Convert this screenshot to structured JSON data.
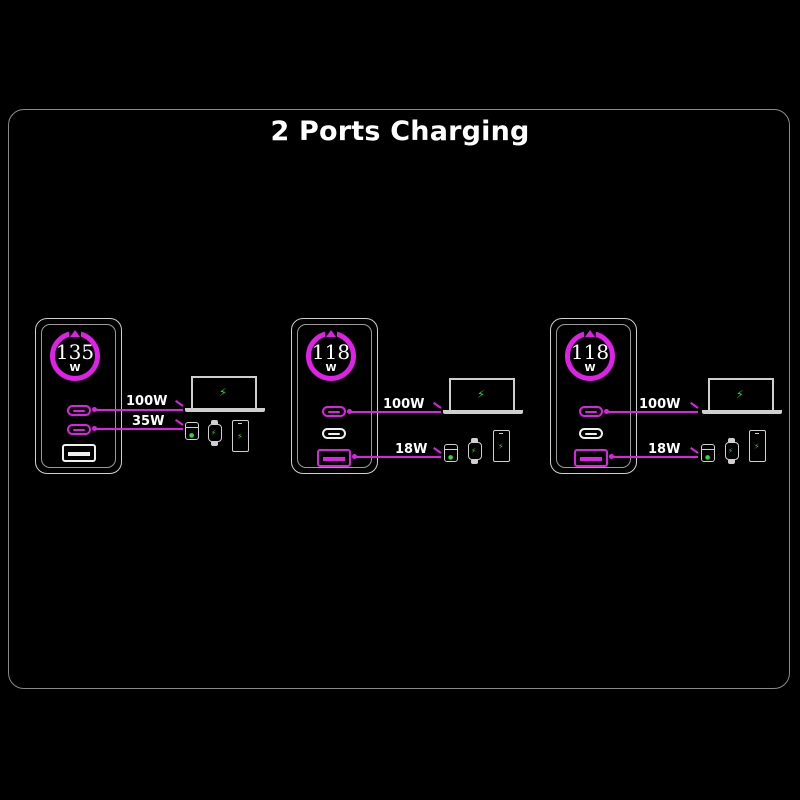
{
  "title": "2 Ports Charging",
  "colors": {
    "accent": "#e020e8",
    "bolt": "#29e02a",
    "outline": "#cfcfcf",
    "background": "#000000"
  },
  "scenes": [
    {
      "total_watts": "135",
      "unit": "W",
      "ports": {
        "c1": "active",
        "c2": "active",
        "a": "inactive"
      },
      "outputs": [
        {
          "label": "100W",
          "port": "USB-C1",
          "devices": [
            "laptop"
          ]
        },
        {
          "label": "35W",
          "port": "USB-C2",
          "devices": [
            "earbuds",
            "watch",
            "phone"
          ]
        }
      ]
    },
    {
      "total_watts": "118",
      "unit": "W",
      "ports": {
        "c1": "active",
        "c2": "inactive",
        "a": "active"
      },
      "outputs": [
        {
          "label": "100W",
          "port": "USB-C1",
          "devices": [
            "laptop"
          ]
        },
        {
          "label": "18W",
          "port": "USB-A",
          "devices": [
            "earbuds",
            "watch",
            "phone"
          ]
        }
      ]
    },
    {
      "total_watts": "118",
      "unit": "W",
      "ports": {
        "c1": "active",
        "c2": "inactive",
        "a": "active"
      },
      "outputs": [
        {
          "label": "100W",
          "port": "USB-C1",
          "devices": [
            "laptop"
          ]
        },
        {
          "label": "18W",
          "port": "USB-A",
          "devices": [
            "earbuds",
            "watch",
            "phone"
          ]
        }
      ]
    }
  ],
  "icons": {
    "bolt": "⚡"
  }
}
